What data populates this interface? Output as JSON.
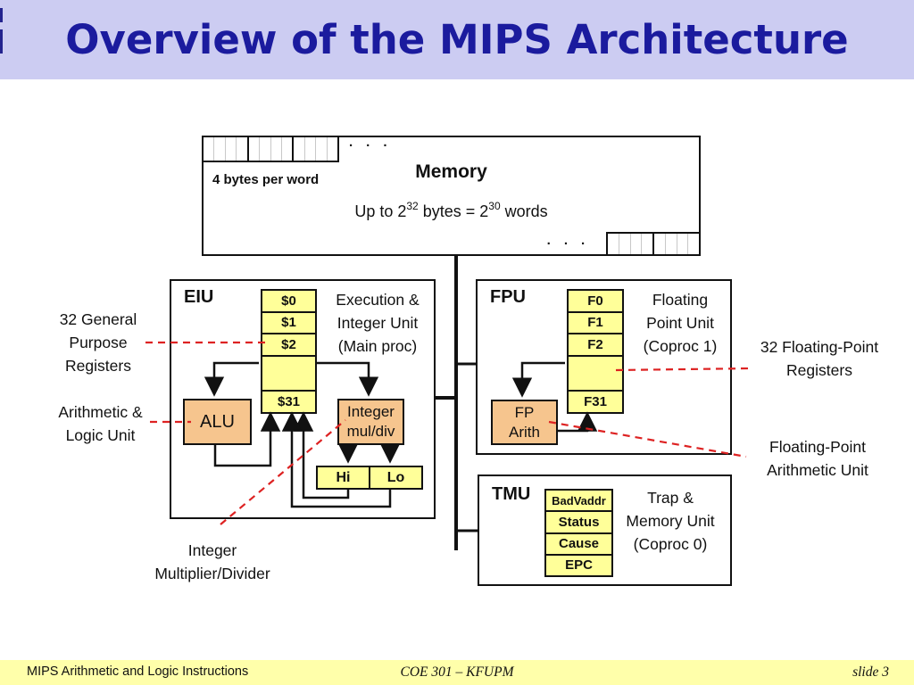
{
  "slide": {
    "title": "Overview of the MIPS Architecture"
  },
  "memory": {
    "title": "Memory",
    "word_note": "4 bytes per word",
    "capacity": {
      "p1": "Up to 2",
      "s1": "32",
      "p2": " bytes = 2",
      "s2": "30",
      "p3": " words"
    },
    "ellipsis": "· · ·"
  },
  "eiu": {
    "name": "EIU",
    "desc": [
      "Execution &",
      "Integer Unit",
      "(Main proc)"
    ],
    "registers": [
      "$0",
      "$1",
      "$2",
      "$31"
    ],
    "alu": "ALU",
    "muldiv": [
      "Integer",
      "mul/div"
    ],
    "hi": "Hi",
    "lo": "Lo"
  },
  "fpu": {
    "name": "FPU",
    "desc": [
      "Floating",
      "Point Unit",
      "(Coproc 1)"
    ],
    "registers": [
      "F0",
      "F1",
      "F2",
      "F31"
    ],
    "fparith": [
      "FP",
      "Arith"
    ]
  },
  "tmu": {
    "name": "TMU",
    "desc": [
      "Trap &",
      "Memory Unit",
      "(Coproc 0)"
    ],
    "registers": [
      "BadVaddr",
      "Status",
      "Cause",
      "EPC"
    ]
  },
  "annotations": {
    "gpr": [
      "32 General",
      "Purpose",
      "Registers"
    ],
    "alu": [
      "Arithmetic &",
      "Logic Unit"
    ],
    "muldiv": [
      "Integer",
      "Multiplier/Divider"
    ],
    "fpr": [
      "32 Floating-Point",
      "Registers"
    ],
    "fpau": [
      "Floating-Point",
      "Arithmetic Unit"
    ]
  },
  "footer": {
    "left": "MIPS Arithmetic and Logic Instructions",
    "center": "COE 301 – KFUPM",
    "right": "slide 3"
  },
  "colors": {
    "title_bg": "#ccccf2",
    "title_text": "#1b1b9e",
    "register_fill": "#ffff99",
    "unit_fill": "#f6c58e",
    "footer_bg": "#ffffaa",
    "callout_red": "#dd2222",
    "line_black": "#111111"
  }
}
